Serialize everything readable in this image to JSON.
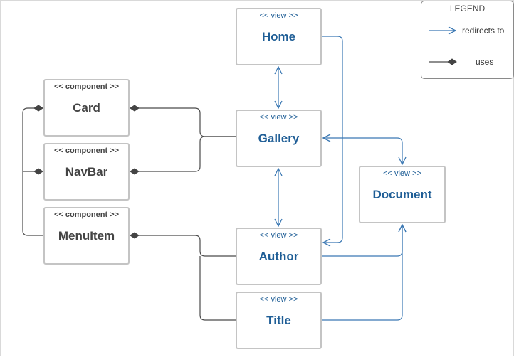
{
  "colors": {
    "view_text": "#1f5e96",
    "component_text": "#444444",
    "redirect_line": "#3b78b3",
    "uses_line": "#4a4a4a",
    "box_border": "#c4c4c4"
  },
  "legend": {
    "title": "LEGEND",
    "redirects_label": "redirects to",
    "uses_label": "uses"
  },
  "nodes": {
    "home": {
      "stereotype": "<< view >>",
      "name": "Home"
    },
    "gallery": {
      "stereotype": "<< view >>",
      "name": "Gallery"
    },
    "author": {
      "stereotype": "<< view >>",
      "name": "Author"
    },
    "title": {
      "stereotype": "<< view >>",
      "name": "Title"
    },
    "document": {
      "stereotype": "<< view >>",
      "name": "Document"
    },
    "card": {
      "stereotype": "<< component >>",
      "name": "Card"
    },
    "navbar": {
      "stereotype": "<< component >>",
      "name": "NavBar"
    },
    "menuitem": {
      "stereotype": "<< component >>",
      "name": "MenuItem"
    }
  }
}
